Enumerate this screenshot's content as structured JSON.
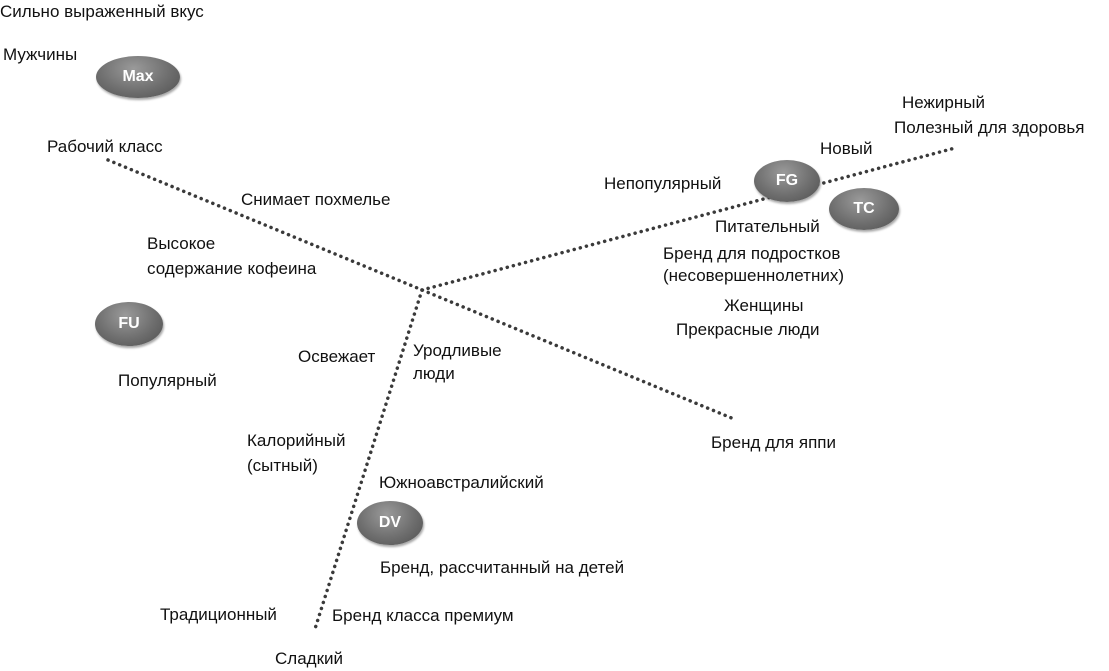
{
  "diagram": {
    "title": "Perceptual map of beverage brands",
    "axes": [
      {
        "id": "axis-class",
        "from_pole": "Рабочий класс",
        "to_pole": "Бренд для яппи"
      },
      {
        "id": "axis-health",
        "to_pole": "Полезный для здоровья"
      },
      {
        "id": "axis-sweet",
        "to_pole": "Сладкий"
      }
    ],
    "brands": [
      {
        "id": "max",
        "label": "Max"
      },
      {
        "id": "fg",
        "label": "FG"
      },
      {
        "id": "tc",
        "label": "TC"
      },
      {
        "id": "fu",
        "label": "FU"
      },
      {
        "id": "dv",
        "label": "DV"
      }
    ],
    "attributes": {
      "strong_taste": "Сильно выраженный вкус",
      "men": "Мужчины",
      "working_class": "Рабочий класс",
      "hangover": "Снимает похмелье",
      "caffeine_1": "Высокое",
      "caffeine_2": "содержание кофеина",
      "popular": "Популярный",
      "refreshes": "Освежает",
      "ugly_1": "Уродливые",
      "ugly_2": "люди",
      "calorie_1": "Калорийный",
      "calorie_2": "(сытный)",
      "south_australian": "Южноавстралийский",
      "kids_brand": "Бренд, рассчитанный на детей",
      "traditional": "Традиционный",
      "premium": "Бренд класса премиум",
      "sweet": "Сладкий",
      "yuppie": "Бренд для яппи",
      "unpopular": "Непопулярный",
      "new": "Новый",
      "low_fat": "Нежирный",
      "healthy": "Полезный для здоровья",
      "nutritious": "Питательный",
      "teen_1": "Бренд для подростков",
      "teen_2": "(несовершеннолетних)",
      "women": "Женщины",
      "beautiful": "Прекрасные люди"
    },
    "colors": {
      "brand_fill": "#6e6e6e",
      "brand_text": "#ffffff",
      "axis": "#3a3a3a",
      "text": "#111111"
    }
  }
}
